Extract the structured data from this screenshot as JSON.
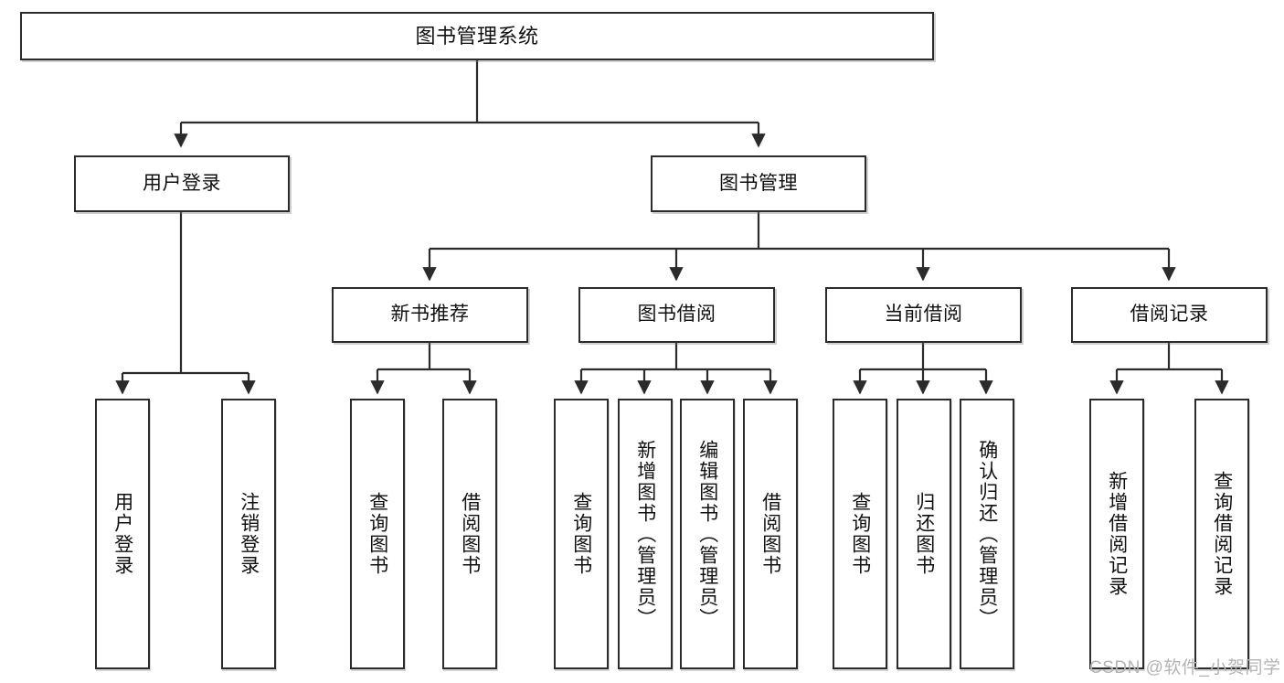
{
  "diagram": {
    "title": "图书管理系统",
    "watermark": "CSDN @软件_小贺同学",
    "line_color": "#2b2b2b",
    "box_fill": "#ffffff",
    "box_border": "#2b2b2b",
    "nodes": {
      "root": "图书管理系统",
      "level2": {
        "user_login": "用户登录",
        "book_manage": "图书管理"
      },
      "level3": {
        "new_book_recommend": "新书推荐",
        "book_borrow": "图书借阅",
        "current_borrow": "当前借阅",
        "borrow_record": "借阅记录"
      },
      "leaves": {
        "user_login_1": "用户登录",
        "user_login_2": "注销登录",
        "recommend_1": "查询图书",
        "recommend_2": "借阅图书",
        "borrow_1": "查询图书",
        "borrow_2": "新增图书（管理员）",
        "borrow_3": "编辑图书（管理员）",
        "borrow_4": "借阅图书",
        "current_1": "查询图书",
        "current_2": "归还图书",
        "current_3": "确认归还（管理员）",
        "record_1": "新增借阅记录",
        "record_2": "查询借阅记录"
      }
    }
  }
}
